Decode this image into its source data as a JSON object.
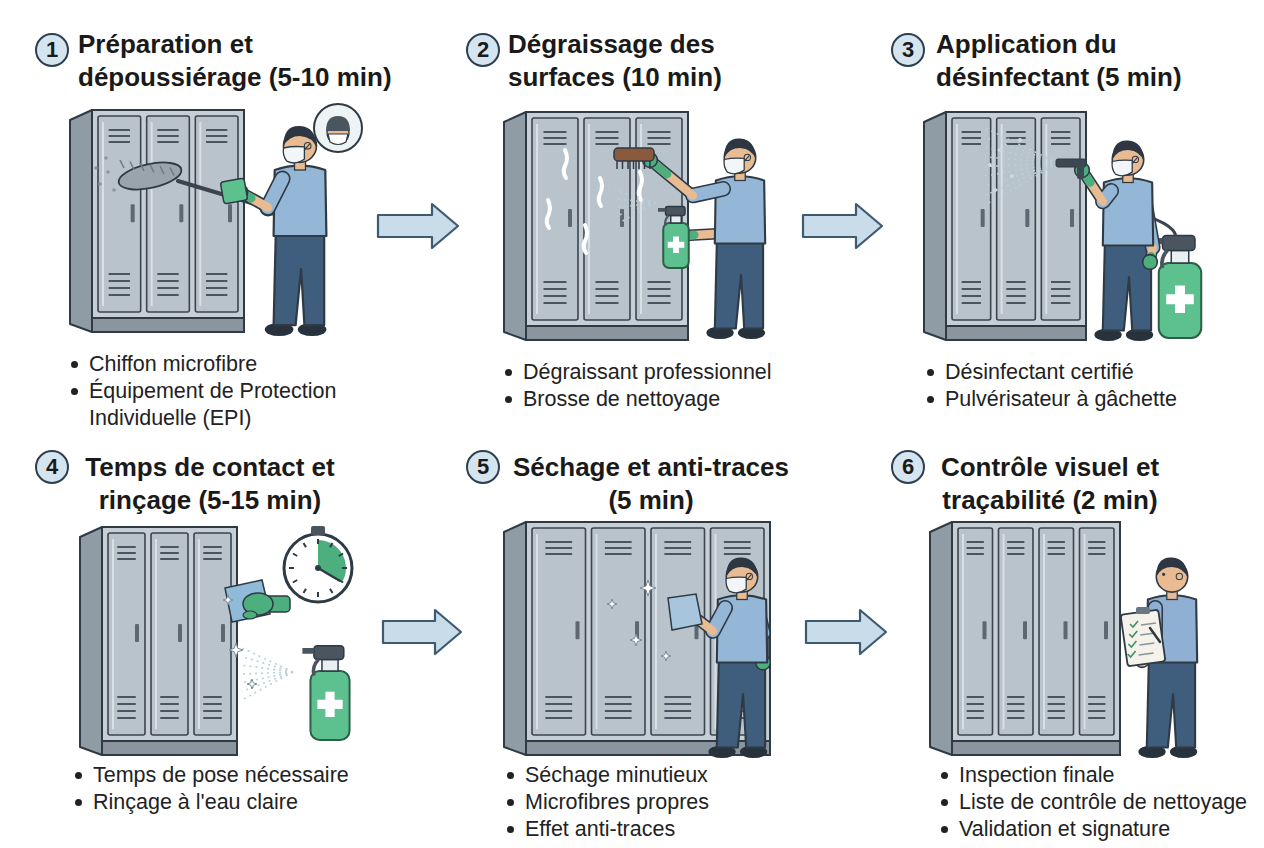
{
  "diagram": {
    "nodes": [
      {
        "text": [
          "Préparation et dépoussiérage (5-10 min)",
          "Chiffon microfibre",
          "Équipement de Protection Individuelle (EPI)"
        ]
      },
      {
        "text": [
          "1"
        ],
        "in": 0
      },
      {
        "text": [
          "Dégraissage des surfaces (10 min)",
          "Dégraissant professionnel",
          "Brosse de nettoyage"
        ]
      },
      {
        "text": [
          "2"
        ],
        "in": 2
      },
      {
        "text": [
          "Application du désinfectant (5 min)",
          "Désinfectant certifié",
          "Pulvérisateur à gâchette"
        ]
      },
      {
        "text": [
          "3"
        ],
        "in": 4
      },
      {
        "text": [
          "Temps de contact et rinçage (5-15 min)",
          "Temps de pose nécessaire",
          "Rinçage à l'eau claire"
        ]
      },
      {
        "text": [
          "4"
        ],
        "in": 6
      },
      {
        "text": [
          "Séchage et anti-traces (5 min)",
          "Séchage minutieux",
          "Microfibres propres",
          "Effet anti-traces"
        ]
      },
      {
        "text": [
          "5"
        ],
        "in": 8
      },
      {
        "text": [
          "Contrôle visuel et traçabilité (2 min)",
          "Inspection finale",
          "Liste de contrôle de nettoyage",
          "Validation et signature"
        ]
      },
      {
        "text": [
          "6"
        ],
        "in": 10
      }
    ],
    "edges": [
      {
        "from": 0,
        "to": 2,
        "arrow": "to"
      },
      {
        "from": 2,
        "to": 4,
        "arrow": "to"
      },
      {
        "from": 6,
        "to": 8,
        "arrow": "to"
      },
      {
        "from": 8,
        "to": 10,
        "arrow": "to"
      }
    ]
  }
}
